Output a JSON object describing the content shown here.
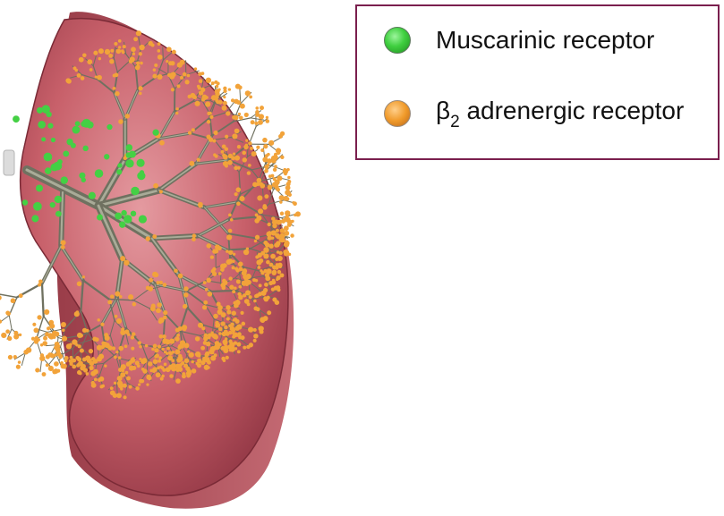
{
  "legend": {
    "items": [
      {
        "label": "Muscarinic receptor",
        "color": "#3fcf3f",
        "marker": "green-dot"
      },
      {
        "prefix": "β",
        "sub": "2",
        "label_rest": " adrenergic receptor",
        "color": "#f09a2a",
        "marker": "orange-dot"
      }
    ]
  },
  "illustration": {
    "subject": "lung-with-airway-tree",
    "lung_color": "#c8606a",
    "airway_color": "#6f7160",
    "muscarinic_color": "#44d044",
    "beta2_color": "#f2a33a"
  }
}
